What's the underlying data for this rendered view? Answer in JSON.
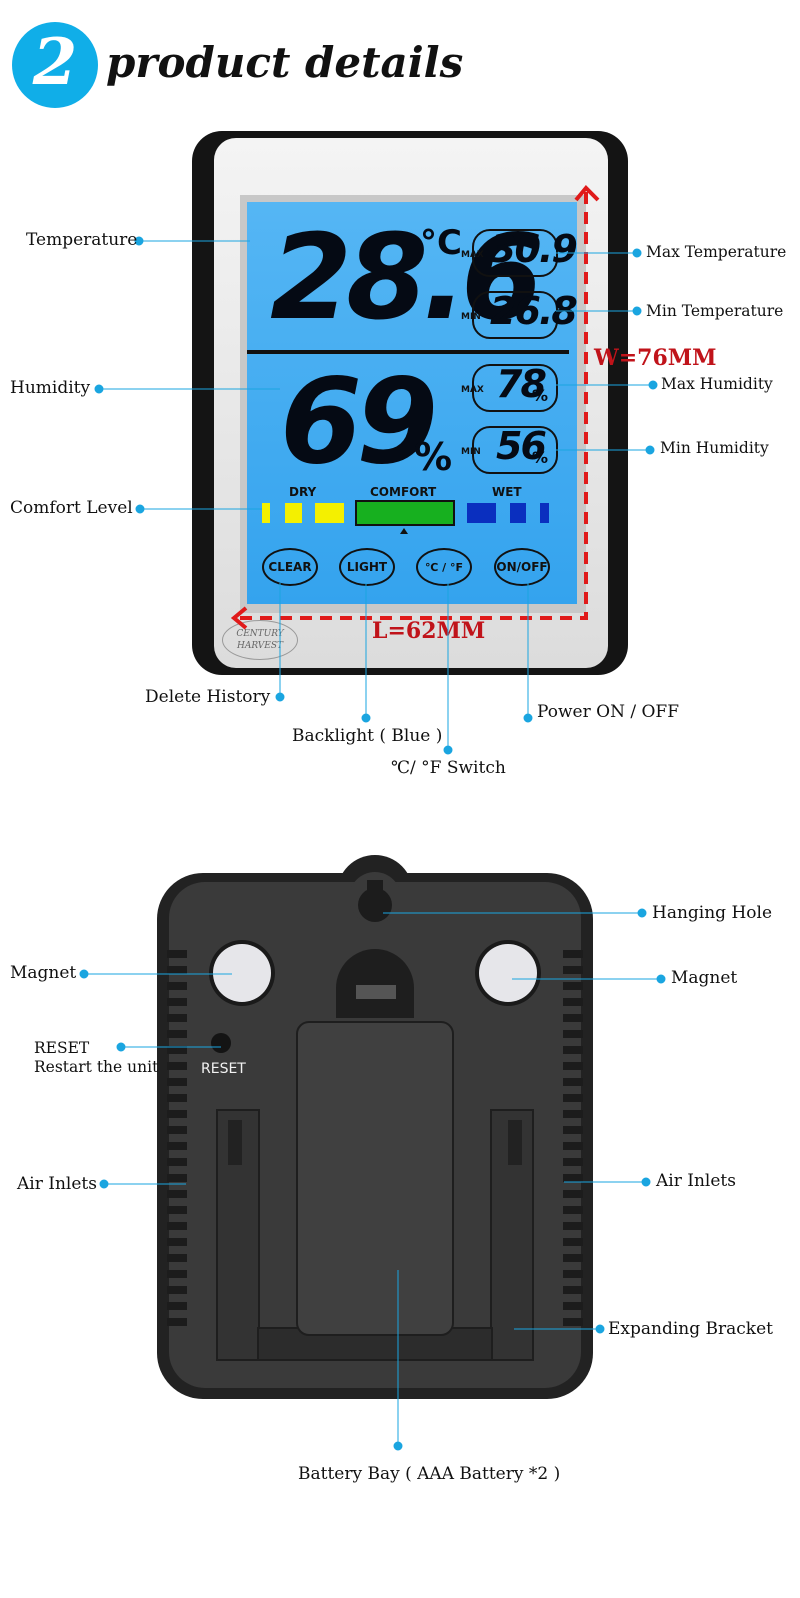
{
  "header": {
    "number": "2",
    "title": "product details"
  },
  "front": {
    "display": {
      "temperature": "28.6",
      "temp_unit": "°C",
      "max_temp": "30.9",
      "min_temp": "26.8",
      "humidity": "69",
      "humidity_unit": "%",
      "max_humidity": "78",
      "min_humidity": "56",
      "max_tag": "MAX",
      "min_tag": "MIN",
      "comfort_labels": {
        "dry": "DRY",
        "comfort": "COMFORT",
        "wet": "WET"
      },
      "buttons": {
        "clear": "CLEAR",
        "light": "LIGHT",
        "unit": "℃ / °F",
        "power": "ON/OFF"
      }
    },
    "brand": {
      "line1": "CENTURY",
      "line2": "HARVEST"
    },
    "dimensions": {
      "width": "W=76MM",
      "length": "L=62MM"
    },
    "labels": {
      "temperature": "Temperature",
      "humidity": "Humidity",
      "comfort_level": "Comfort Level",
      "max_temperature": "Max Temperature",
      "min_temperature": "Min Temperature",
      "max_humidity": "Max Humidity",
      "min_humidity": "Min Humidity",
      "delete_history": "Delete History",
      "backlight": "Backlight ( Blue )",
      "unit_switch": "℃/ °F Switch",
      "power": "Power ON / OFF"
    }
  },
  "back": {
    "reset_text": "RESET",
    "labels": {
      "hanging_hole": "Hanging Hole",
      "magnet_left": "Magnet",
      "magnet_right": "Magnet",
      "reset": "RESET",
      "reset_desc": "Restart the unit",
      "air_inlets_left": "Air Inlets",
      "air_inlets_right": "Air Inlets",
      "expanding_bracket": "Expanding Bracket",
      "battery_bay": "Battery Bay ( AAA Battery *2 )"
    }
  },
  "colors": {
    "accent": "#10aee8",
    "screen": "#3fa9ef",
    "dimension": "#c0131a",
    "comfort_green": "#17b01f",
    "dry_yellow": "#f4f000",
    "wet_blue": "#0a2fbf"
  }
}
